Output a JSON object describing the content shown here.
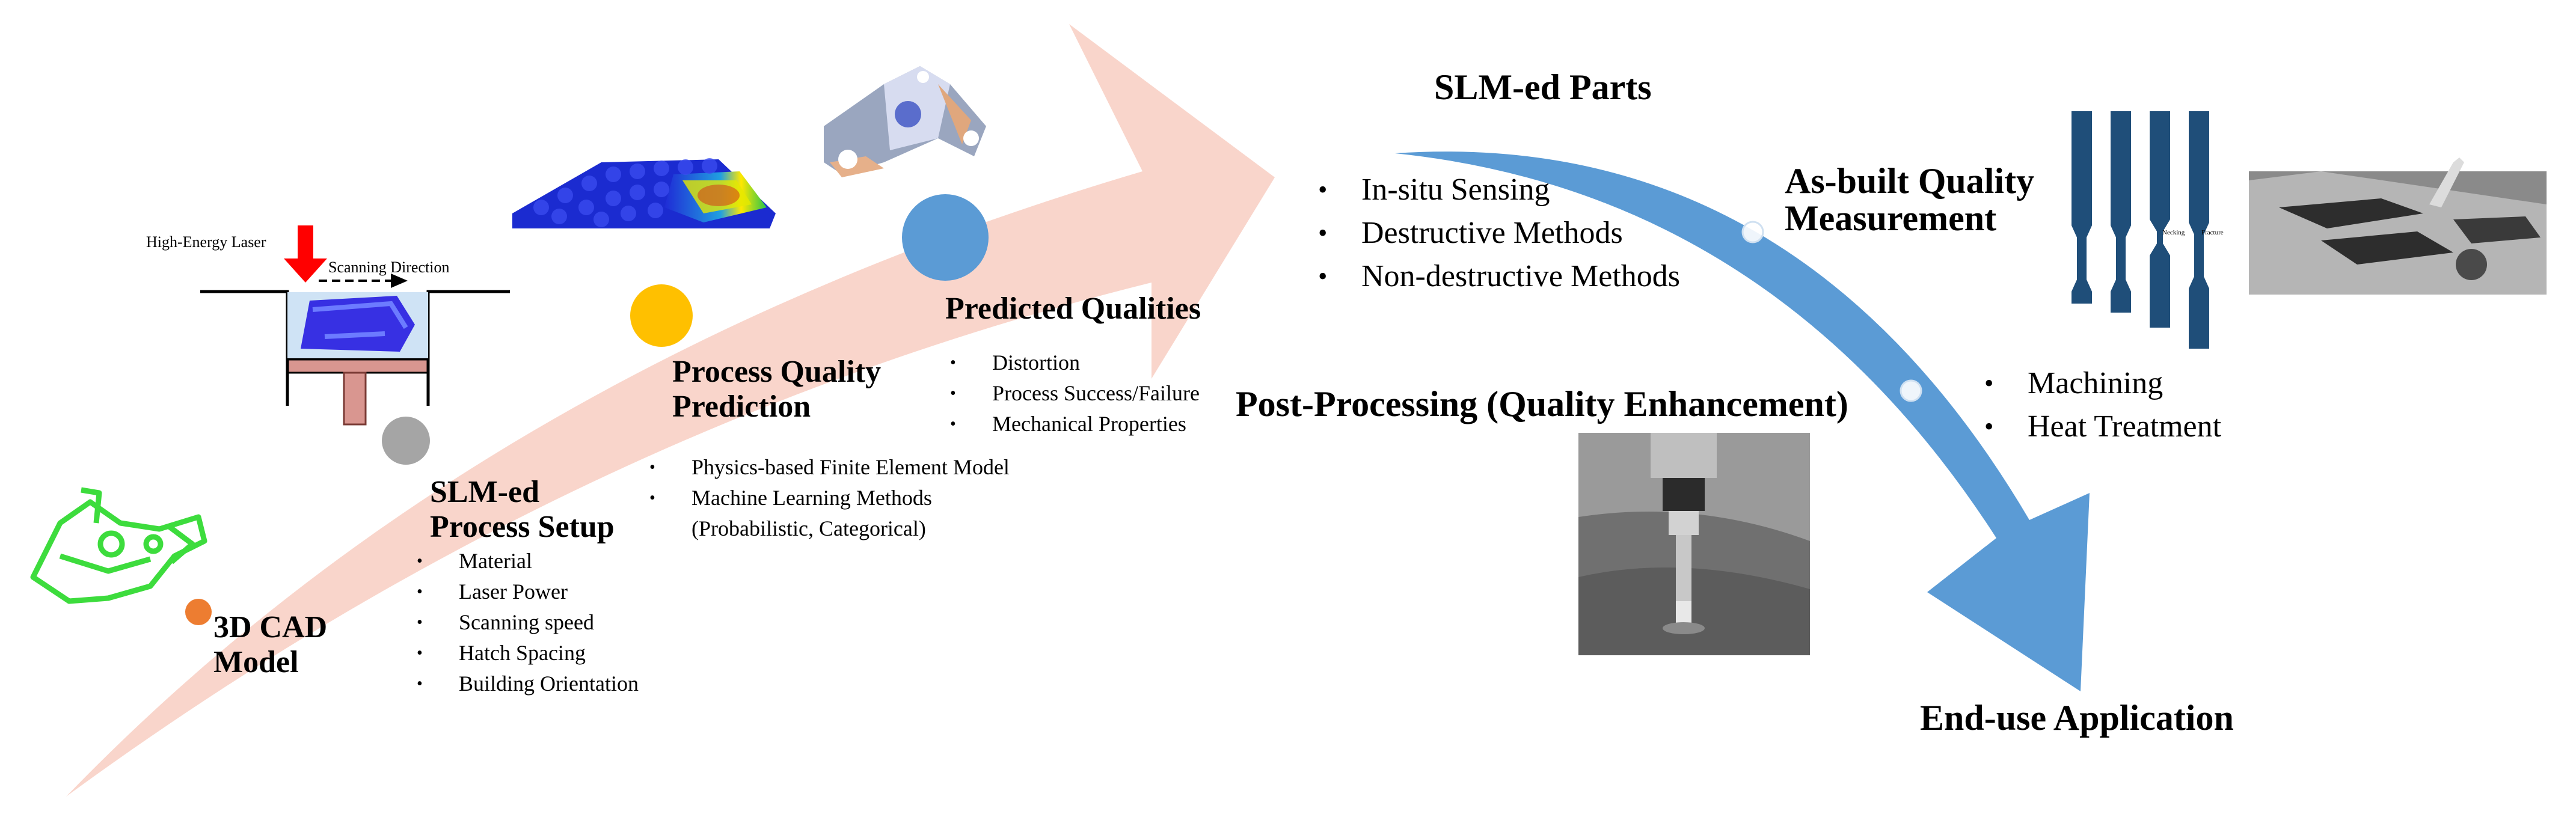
{
  "palette": {
    "pink_arrow": "#f9d5cb",
    "blue_arrow": "#5b9bd5",
    "orange_dot": "#ed7d31",
    "gray_dot": "#a5a5a5",
    "yellow_dot": "#ffc000",
    "blue_dot": "#5b9bd5",
    "laser_red": "#ff0000",
    "cad_green": "#3ddc3d",
    "piston": "#d99690",
    "specimen": "#1f4e79"
  },
  "stages": {
    "cad": {
      "title_l1": "3D CAD",
      "title_l2": "Model"
    },
    "setup": {
      "title_l1": "SLM-ed",
      "title_l2": "Process Setup",
      "items": [
        "Material",
        "Laser Power",
        "Scanning speed",
        "Hatch Spacing",
        "Building Orientation"
      ]
    },
    "prediction": {
      "title_l1": "Process Quality",
      "title_l2": "Prediction",
      "items": [
        "Physics-based Finite Element Model",
        "Machine Learning Methods"
      ],
      "item_cont": "(Probabilistic, Categorical)"
    },
    "predicted": {
      "title": "Predicted Qualities",
      "items": [
        "Distortion",
        "Process Success/Failure",
        "Mechanical Properties"
      ]
    }
  },
  "machine": {
    "laser_label": "High-Energy Laser",
    "scan_label": "Scanning Direction"
  },
  "specimen_labels": {
    "a": "Necking",
    "b": "Fracture"
  },
  "flow": {
    "parts": {
      "title": "SLM-ed Parts",
      "items": [
        "In-situ Sensing",
        "Destructive Methods",
        "Non-destructive Methods"
      ]
    },
    "measurement": {
      "title_l1": "As-built Quality",
      "title_l2": "Measurement"
    },
    "post": {
      "title": "Post-Processing (Quality Enhancement)",
      "items": [
        "Machining",
        "Heat Treatment"
      ]
    },
    "end": {
      "title": "End-use Application"
    }
  }
}
